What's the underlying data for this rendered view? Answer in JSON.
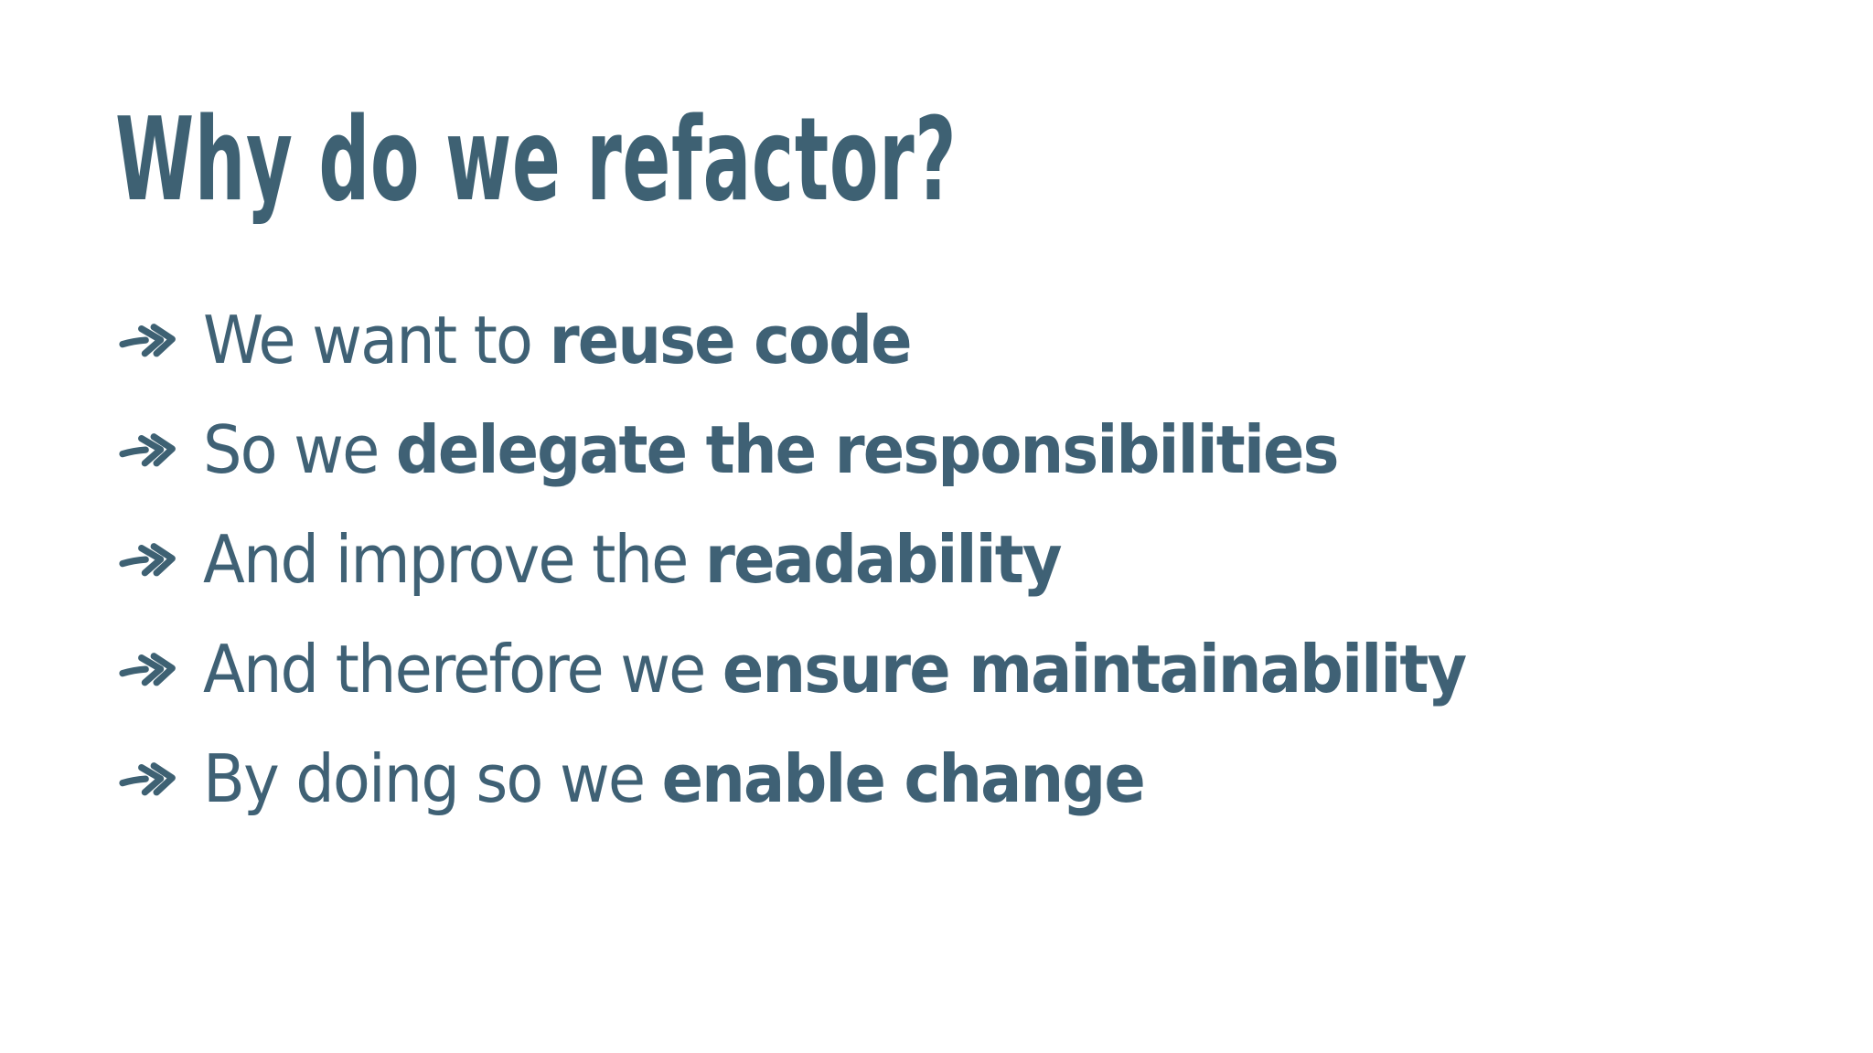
{
  "slide": {
    "title": "Why do we refactor?",
    "colors": {
      "background": "#ffffff",
      "title_text": "#3e6173",
      "bullet_text": "#3f6175"
    },
    "bullets": [
      {
        "prefix": "We want to ",
        "emphasis": "reuse code"
      },
      {
        "prefix": "So we ",
        "emphasis": "delegate the responsibilities"
      },
      {
        "prefix": "And improve the ",
        "emphasis": "readability"
      },
      {
        "prefix": "And therefore we ",
        "emphasis": "ensure maintainability"
      },
      {
        "prefix": "By doing so we ",
        "emphasis": "enable change"
      }
    ]
  }
}
